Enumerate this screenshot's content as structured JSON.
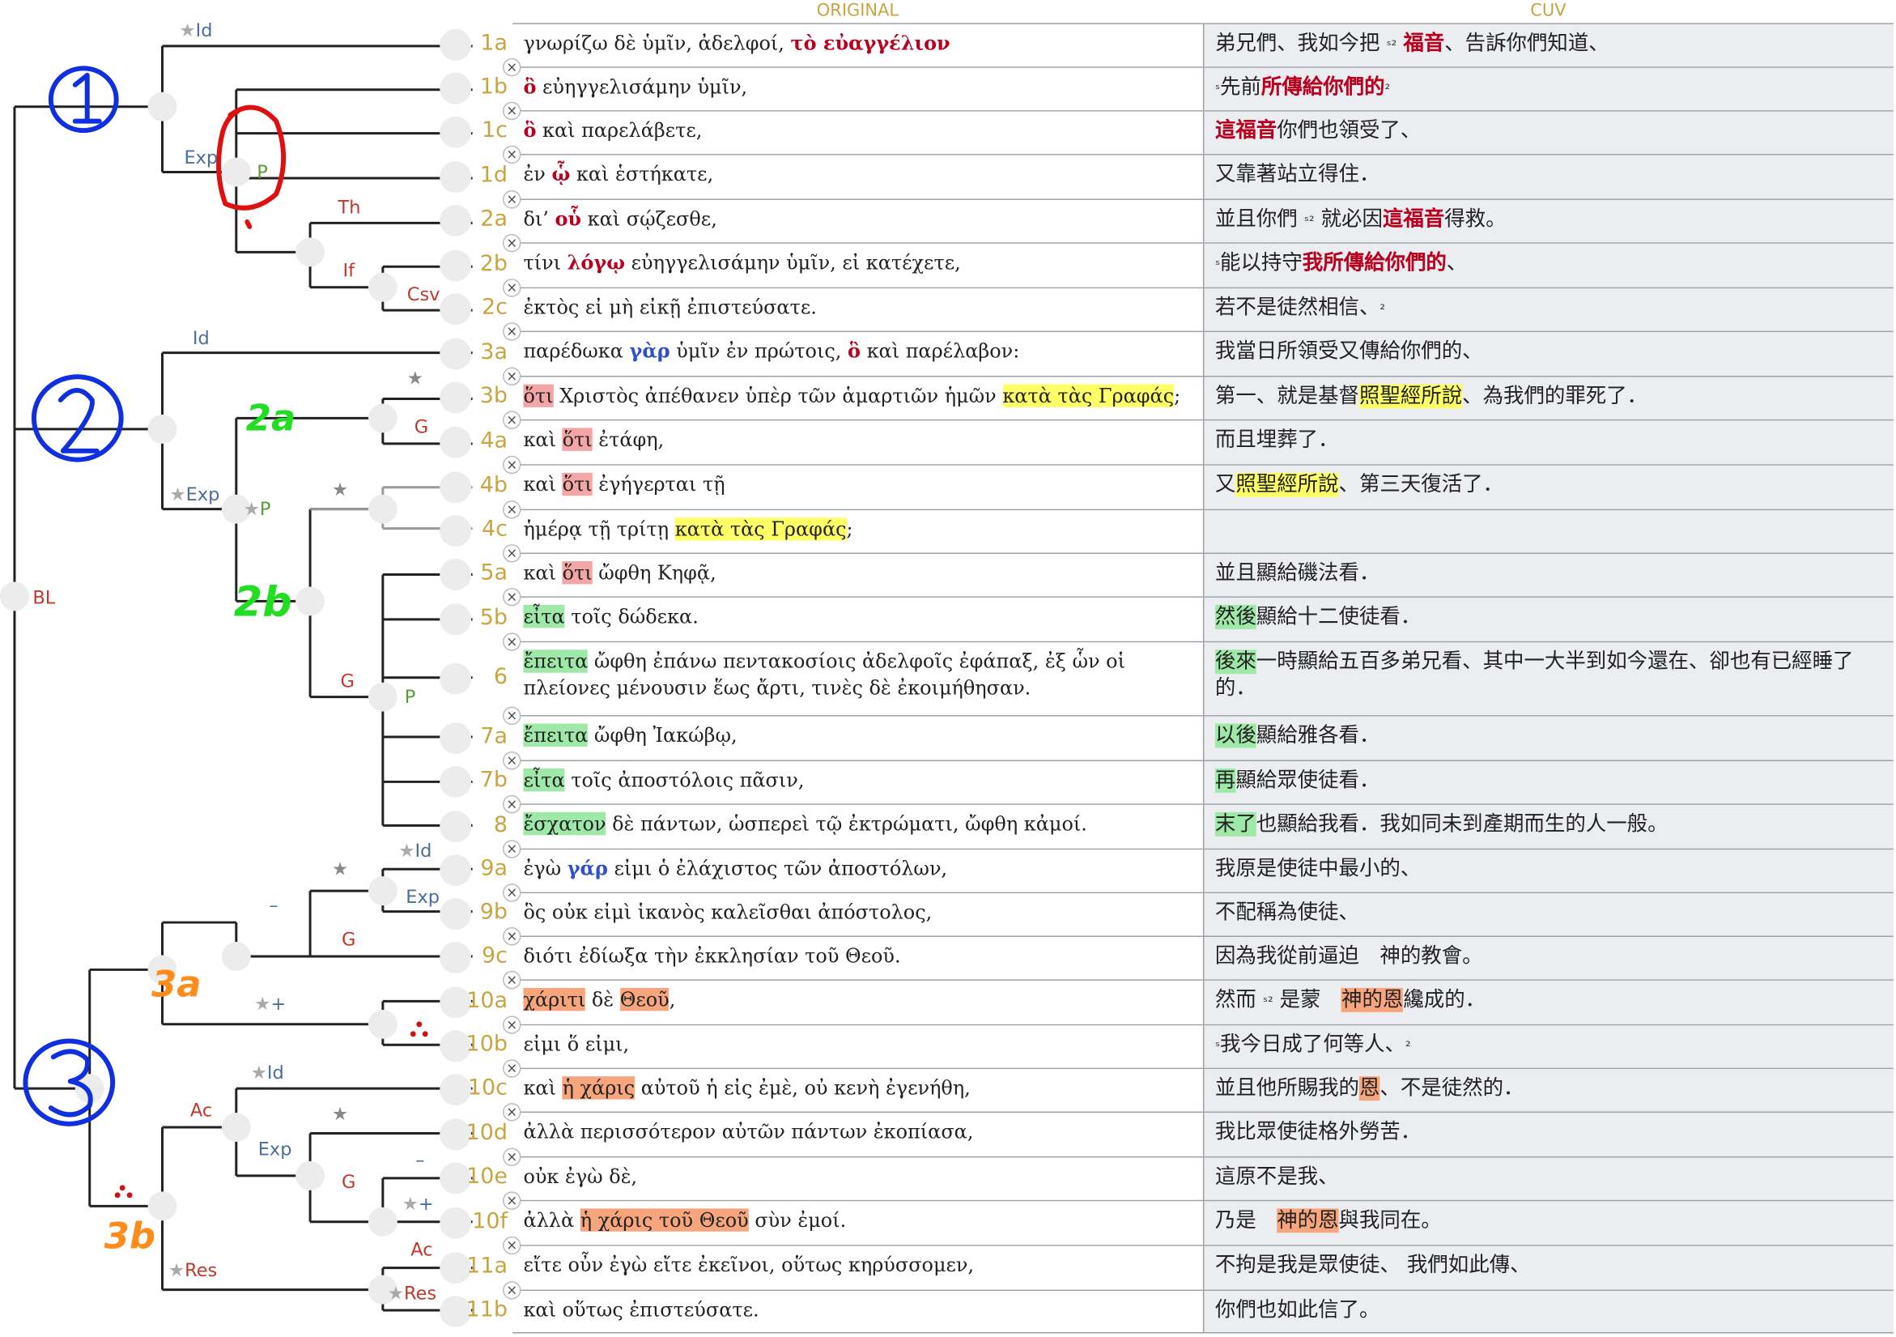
{
  "headers": {
    "original": "ORIGINAL",
    "cuv": "CUV"
  },
  "tree_labels": [
    {
      "text": "Id",
      "star": true,
      "color": "blue"
    },
    {
      "text": "Exp",
      "star": false,
      "color": "blue"
    },
    {
      "text": "P",
      "star": false,
      "color": "green"
    },
    {
      "text": "Th",
      "star": false,
      "color": "red"
    },
    {
      "text": "If",
      "star": false,
      "color": "red"
    },
    {
      "text": "Csv",
      "star": false,
      "color": "red"
    },
    {
      "text": "BL",
      "star": false,
      "color": "red"
    },
    {
      "text": "Id",
      "star": false,
      "color": "blue"
    },
    {
      "text": "Exp",
      "star": true,
      "color": "blue"
    },
    {
      "text": "P",
      "star": true,
      "color": "green"
    },
    {
      "text": "G",
      "star": false,
      "color": "red"
    },
    {
      "text": "G",
      "star": false,
      "color": "red"
    },
    {
      "text": "P",
      "star": false,
      "color": "green"
    },
    {
      "text": "Id",
      "star": true,
      "color": "blue"
    },
    {
      "text": "Exp",
      "star": false,
      "color": "blue"
    },
    {
      "text": "G",
      "star": false,
      "color": "red"
    },
    {
      "text": "–",
      "star": false,
      "color": "blue"
    },
    {
      "text": "+",
      "star": true,
      "color": "blue"
    },
    {
      "text": "Id",
      "star": true,
      "color": "blue"
    },
    {
      "text": "Ac",
      "star": false,
      "color": "red"
    },
    {
      "text": "Exp",
      "star": false,
      "color": "blue"
    },
    {
      "text": "G",
      "star": false,
      "color": "red"
    },
    {
      "text": "–",
      "star": false,
      "color": "blue"
    },
    {
      "text": "+",
      "star": true,
      "color": "blue"
    },
    {
      "text": "Res",
      "star": true,
      "color": "red"
    },
    {
      "text": "Ac",
      "star": false,
      "color": "red"
    },
    {
      "text": "Res",
      "star": true,
      "color": "red"
    }
  ],
  "rows": [
    {
      "v": "1a",
      "o": "γνωρίζω δὲ ὑμῖν, ἀδελφοί, <span class='r'>τὸ εὐαγγέλιον</span>",
      "c": "弟兄們、我如今把 <span class='mk'>ˢ²</span> <span class='r'>福音</span>、告訴你們知道、"
    },
    {
      "v": "1b",
      "o": "<span class='r'>ὃ</span> εὐηγγελισάμην ὑμῖν,",
      "c": "<span class='mk'>ˢ</span>先前<span class='r'>所傳給你們的</span><span class='mk'>²</span>"
    },
    {
      "v": "1c",
      "o": "<span class='r'>ὃ</span> καὶ παρελάβετε,",
      "c": "<span class='r'>這福音</span>你們也領受了、"
    },
    {
      "v": "1d",
      "o": "ἐν <span class='r'>ᾧ</span> καὶ ἑστήκατε,",
      "c": "又靠著站立得住．"
    },
    {
      "v": "2a",
      "o": "δι’ <span class='r'>οὗ</span> καὶ σῴζεσθε,",
      "c": "並且你們 <span class='mk'>ˢ²</span> 就必因<span class='r'>這福音</span>得救。"
    },
    {
      "v": "2b",
      "o": "τίνι <span class='r'>λόγῳ</span> εὐηγγελισάμην ὑμῖν, εἰ κατέχετε,",
      "c": "<span class='mk'>ˢ</span>能以持守<span class='r'>我所傳給你們的</span>、"
    },
    {
      "v": "2c",
      "o": "ἐκτὸς εἰ μὴ εἰκῇ ἐπιστεύσατε.",
      "c": "若不是徒然相信、<span class='mk'>²</span>"
    },
    {
      "v": "3a",
      "o": "παρέδωκα <span class='b'>γὰρ</span> ὑμῖν ἐν πρώτοις, <span class='r'>ὃ</span> καὶ παρέλαβον:",
      "c": "我當日所領受又傳給你們的、"
    },
    {
      "v": "3b",
      "o": "<span class='hl-pink'>ὅτι</span> Χριστὸς ἀπέθανεν ὑπὲρ τῶν ἁμαρτιῶν ἡμῶν <span class='hl-yellow'>κατὰ τὰς Γραφάς</span>;",
      "c": "第一、就是基督<span class='hl-yellow'>照聖經所說</span>、為我們的罪死了．"
    },
    {
      "v": "4a",
      "o": "καὶ <span class='hl-pink'>ὅτι</span> ἐτάφη,",
      "c": "而且埋葬了．"
    },
    {
      "v": "4b",
      "o": "καὶ <span class='hl-pink'>ὅτι</span> ἐγήγερται τῇ",
      "c": "又<span class='hl-yellow'>照聖經所說</span>、第三天復活了．"
    },
    {
      "v": "4c",
      "o": "ἡμέρᾳ τῇ τρίτῃ <span class='hl-yellow'>κατὰ τὰς Γραφάς</span>;",
      "c": ""
    },
    {
      "v": "5a",
      "o": "καὶ <span class='hl-pink'>ὅτι</span> ὤφθη Κηφᾷ,",
      "c": "並且顯給磯法看．"
    },
    {
      "v": "5b",
      "o": "<span class='hl-green'>εἶτα</span> τοῖς δώδεκα.",
      "c": "<span class='hl-green'>然後</span>顯給十二使徒看．"
    },
    {
      "v": "6",
      "o": "<span class='hl-green'>ἔπειτα</span> ὤφθη ἐπάνω πεντακοσίοις ἀδελφοῖς ἐφάπαξ, ἐξ ὧν οἱ πλείονες μένουσιν ἕως ἄρτι, τινὲς δὲ ἐκοιμήθησαν.",
      "c": "<span class='hl-green'>後來</span>一時顯給五百多弟兄看、其中一大半到如今還在、卻也有已經睡了的．"
    },
    {
      "v": "7a",
      "o": "<span class='hl-green'>ἔπειτα</span> ὤφθη Ἰακώβῳ,",
      "c": "<span class='hl-green'>以後</span>顯給雅各看．"
    },
    {
      "v": "7b",
      "o": "<span class='hl-green'>εἶτα</span> τοῖς ἀποστόλοις πᾶσιν,",
      "c": "<span class='hl-green'>再</span>顯給眾使徒看．"
    },
    {
      "v": "8",
      "o": "<span class='hl-green'>ἔσχατον</span> δὲ πάντων, ὡσπερεὶ τῷ ἐκτρώματι, ὤφθη κἀμοί.",
      "c": "<span class='hl-green'>末了</span>也顯給我看．我如同未到產期而生的人一般。"
    },
    {
      "v": "9a",
      "o": "ἐγὼ <span class='b'>γάρ</span> εἰμι ὁ ἐλάχιστος τῶν ἀποστόλων,",
      "c": "我原是使徒中最小的、"
    },
    {
      "v": "9b",
      "o": "ὃς οὐκ εἰμὶ ἱκανὸς καλεῖσθαι ἀπόστολος,",
      "c": "不配稱為使徒、"
    },
    {
      "v": "9c",
      "o": "διότι ἐδίωξα τὴν ἐκκλησίαν τοῦ Θεοῦ.",
      "c": "因為我從前逼迫　神的教會。"
    },
    {
      "v": "10a",
      "o": "<span class='hl-orange'>χάριτι</span> δὲ <span class='hl-orange'>Θεοῦ</span>,",
      "c": "然而 <span class='mk'>ˢ²</span> 是蒙　<span class='hl-orange'>神的恩</span>纔成的．"
    },
    {
      "v": "10b",
      "o": "εἰμι ὅ εἰμι,",
      "c": "<span class='mk'>ˢ</span>我今日成了何等人、<span class='mk'>²</span>"
    },
    {
      "v": "10c",
      "o": "καὶ <span class='hl-orange'>ἡ χάρις</span> αὐτοῦ ἡ εἰς ἐμὲ, οὐ κενὴ ἐγενήθη,",
      "c": "並且他所賜我的<span class='hl-orange'>恩</span>、不是徒然的．"
    },
    {
      "v": "10d",
      "o": "ἀλλὰ περισσότερον αὐτῶν πάντων ἐκοπίασα,",
      "c": "我比眾使徒格外勞苦．"
    },
    {
      "v": "10e",
      "o": "οὐκ ἐγὼ δὲ,",
      "c": "這原不是我、"
    },
    {
      "v": "10f",
      "o": "ἀλλὰ <span class='hl-orange'>ἡ χάρις τοῦ Θεοῦ</span> σὺν ἐμοί.",
      "c": "乃是　<span class='hl-orange'>神的恩</span>與我同在。"
    },
    {
      "v": "11a",
      "o": "εἴτε οὖν ἐγὼ εἴτε ἐκεῖνοι, οὕτως κηρύσσομεν,",
      "c": "不拘是我是眾使徒、 我們如此傳、"
    },
    {
      "v": "11b",
      "o": "καὶ οὕτως ἐπιστεύσατε.",
      "c": "你們也如此信了。"
    }
  ],
  "annotations": [
    {
      "text": "2a",
      "color": "#22dd22"
    },
    {
      "text": "2b",
      "color": "#22dd22"
    },
    {
      "text": "3a",
      "color": "#ff8c1a"
    },
    {
      "text": "3b",
      "color": "#ff8c1a"
    }
  ],
  "colors": {
    "verse": "#c9a441",
    "red": "#b8001f",
    "blue": "#2e50c8",
    "circle_blue": "#1030e0",
    "circle_red": "#e01010"
  }
}
